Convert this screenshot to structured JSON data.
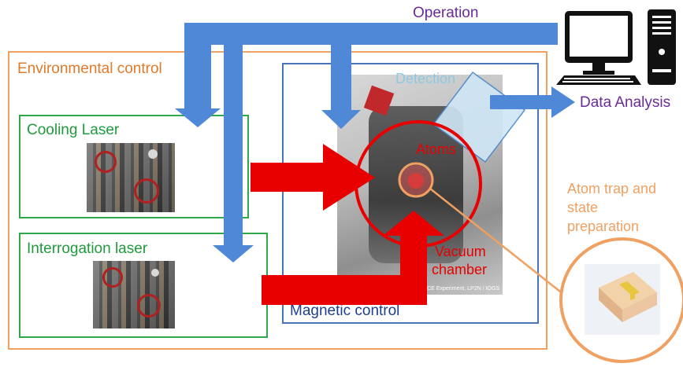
{
  "labels": {
    "operation": "Operation",
    "environmental_control": "Environmental control",
    "detection": "Detection",
    "data_analysis": "Data Analysis",
    "cooling_laser": "Cooling Laser",
    "interrogation_laser": "Interrogation laser",
    "atoms": "Atoms",
    "vacuum_chamber_line1": "Vacuum",
    "vacuum_chamber_line2": "chamber",
    "magnetic_control": "Magnetic control",
    "atom_trap_line1": "Atom trap and",
    "atom_trap_line2": "state",
    "atom_trap_line3": "preparation",
    "photo_credit": "ICE Experiment, LP2N / IOGS"
  },
  "colors": {
    "orange": "#f0a060",
    "orange_text": "#e07a2a",
    "green": "#2ea84a",
    "green_text": "#1f9a3c",
    "blue_box": "#4a74b8",
    "blue_arrow": "#4f88d6",
    "purple": "#6a2a9a",
    "red": "#e80000",
    "light_blue_text": "#8ec8e0",
    "dark_blue_text": "#1f3f8a"
  },
  "icons": [
    "computer-monitor-icon",
    "computer-tower-icon",
    "keyboard-icon"
  ]
}
